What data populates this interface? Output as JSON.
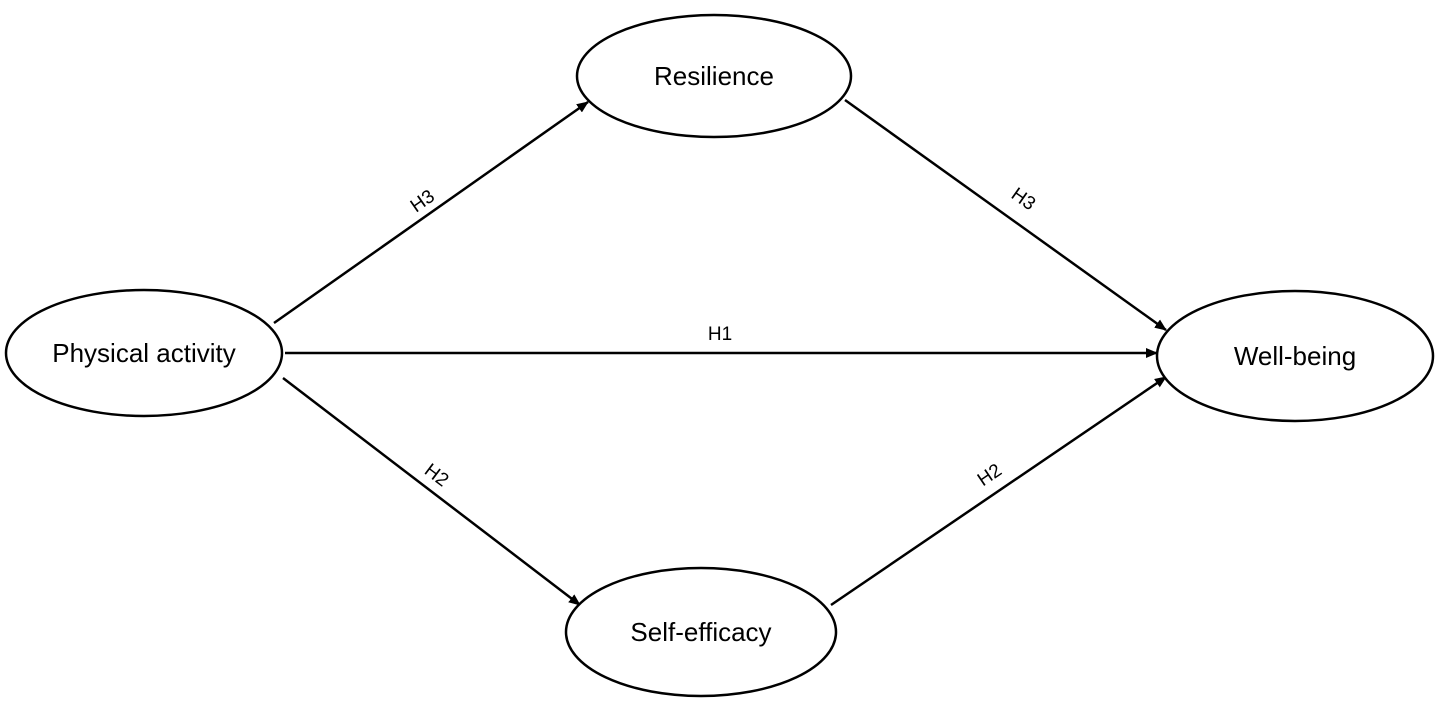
{
  "diagram": {
    "nodes": {
      "physical_activity": "Physical activity",
      "resilience": "Resilience",
      "self_efficacy": "Self-efficacy",
      "well_being": "Well-being"
    },
    "edges": {
      "pa_to_resilience": "H3",
      "resilience_to_wb": "H3",
      "pa_to_wb": "H1",
      "pa_to_self_efficacy": "H2",
      "self_efficacy_to_wb": "H2"
    }
  }
}
